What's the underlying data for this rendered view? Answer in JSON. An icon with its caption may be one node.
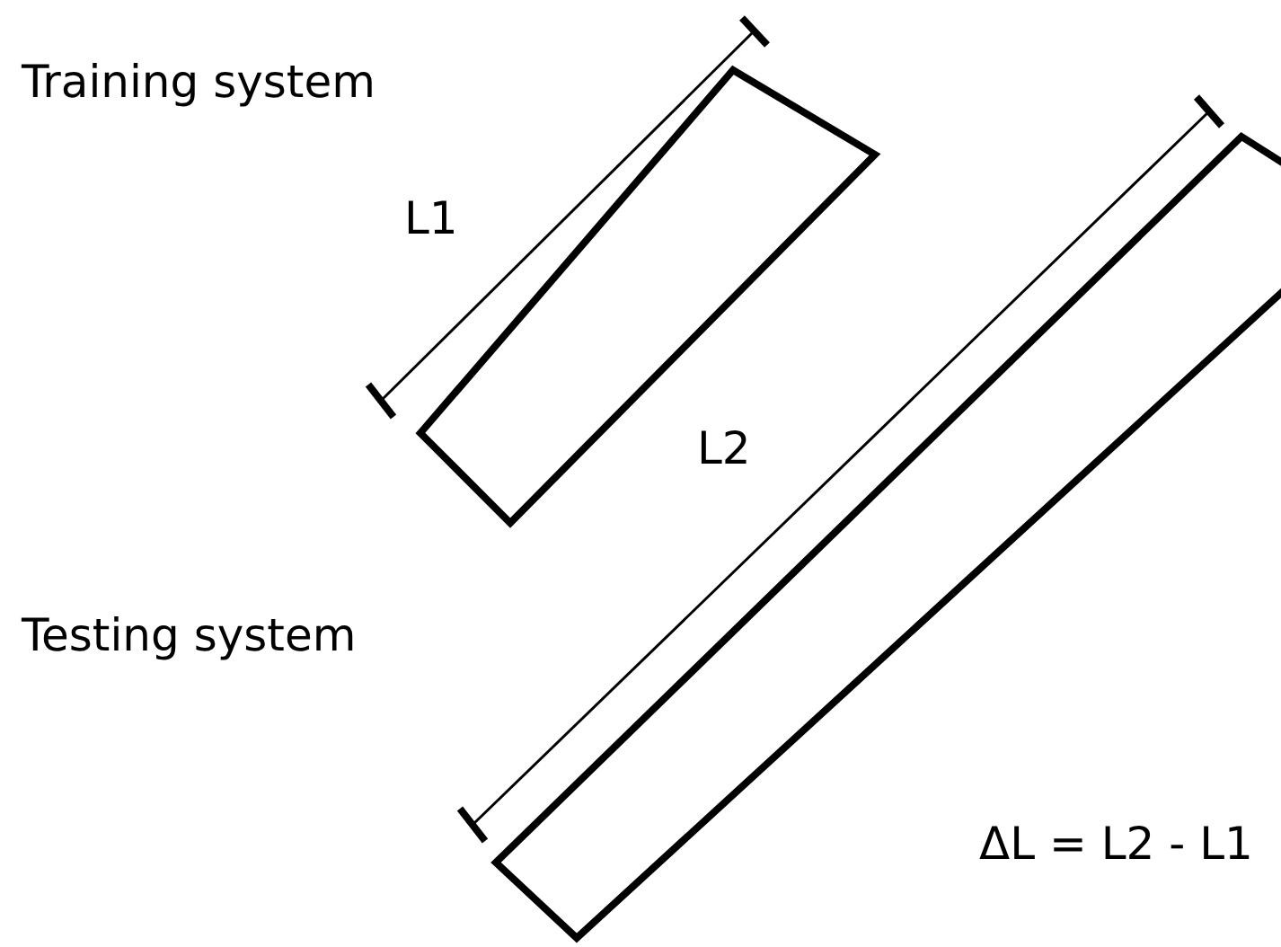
{
  "diagram": {
    "labels": [
      "Training system",
      "L1",
      "L2",
      "Testing system",
      "ΔL = L2 - L1"
    ]
  }
}
